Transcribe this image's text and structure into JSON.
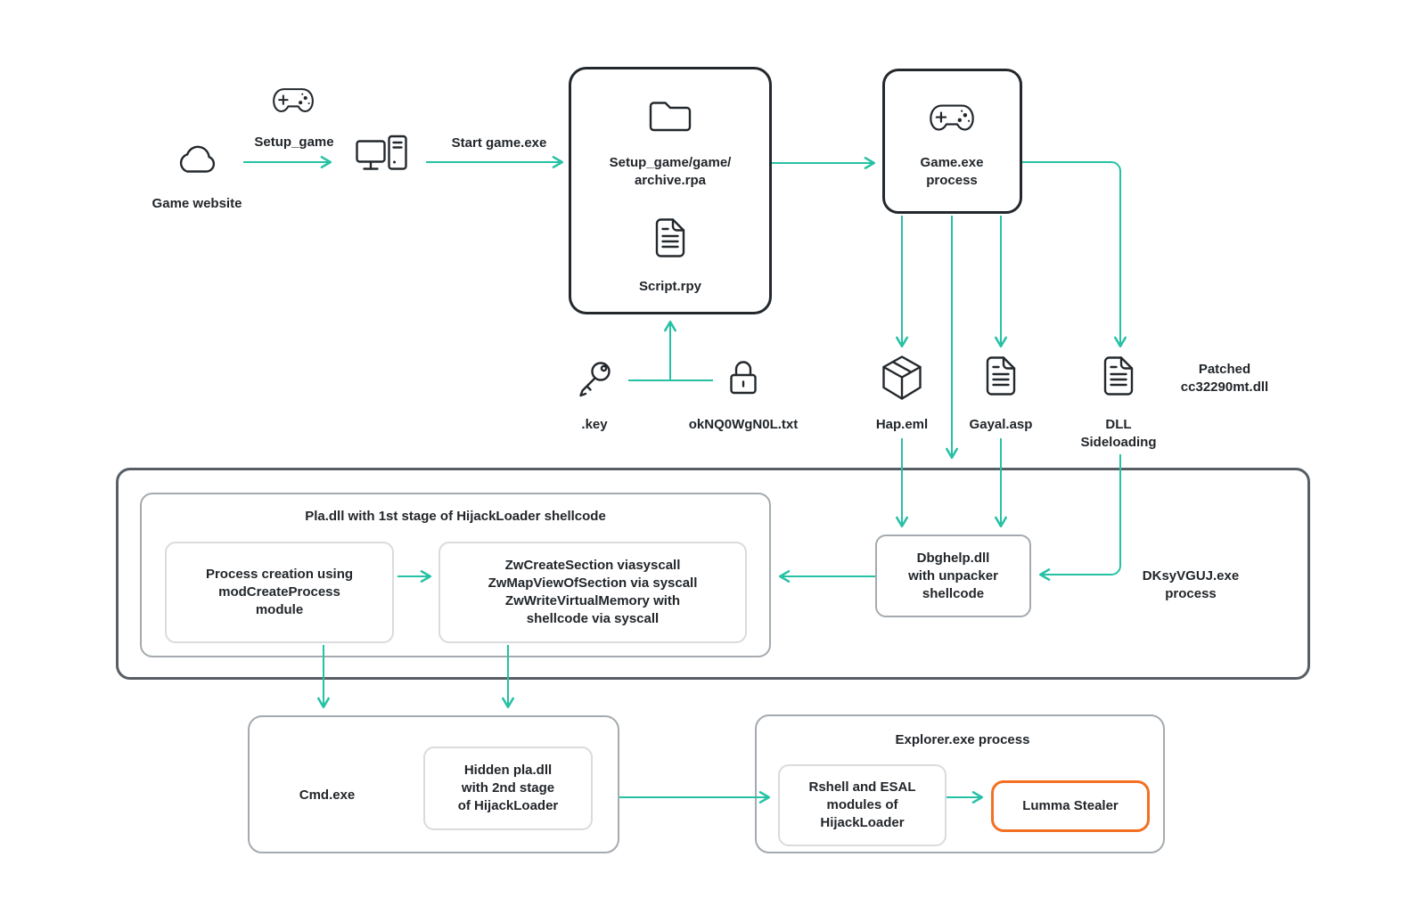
{
  "colors": {
    "arrow_teal": "#26c1a5",
    "alert_orange": "#f37023",
    "ink_dark": "#23282d",
    "container_border_gray": "#575e64",
    "panel_border_gray": "#a4aaaf",
    "light_border_gray": "#d9dbdd"
  },
  "flow_top": {
    "game_website_label": "Game website",
    "setup_game_arrow_label": "Setup_game",
    "start_game_arrow_label": "Start game.exe",
    "archive_box": {
      "line1": "Setup_game/game/",
      "line2": "archive.rpa",
      "script_label": "Script.rpy"
    },
    "game_exe_box": {
      "line1": "Game.exe",
      "line2": "process"
    }
  },
  "artifacts": {
    "key_label": ".key",
    "lock_label": "okNQ0WgN0L.txt",
    "hap_label": "Hap.eml",
    "gayal_label": "Gayal.asp",
    "dll_sideloading": {
      "line1": "DLL",
      "line2": "Sideloading"
    },
    "patched_note": {
      "line1": "Patched",
      "line2": "cc32290mt.dll"
    }
  },
  "dksyvguj_container": {
    "pla_panel_title": "Pla.dll with 1st stage of HijackLoader shellcode",
    "process_creation_box": {
      "line1": "Process creation using",
      "line2": "modCreateProcess",
      "line3": "module"
    },
    "syscall_box": {
      "line1": "ZwCreateSection viasyscall",
      "line2": "ZwMapViewOfSection via syscall",
      "line3": "ZwWriteVirtualMemory with",
      "line4": "shellcode via syscall"
    },
    "dbghelp_box": {
      "line1": "Dbghelp.dll",
      "line2": "with unpacker",
      "line3": "shellcode"
    },
    "process_label": {
      "line1": "DKsyVGUJ.exe",
      "line2": "process"
    }
  },
  "bottom_row": {
    "cmd_box_label": "Cmd.exe",
    "hidden_pla_box": {
      "line1": "Hidden pla.dll",
      "line2": "with 2nd stage",
      "line3": "of HijackLoader"
    },
    "explorer_box_title": "Explorer.exe process",
    "rshell_box": {
      "line1": "Rshell and ESAL",
      "line2": "modules of",
      "line3": "HijackLoader"
    },
    "lumma_box_label": "Lumma Stealer"
  }
}
